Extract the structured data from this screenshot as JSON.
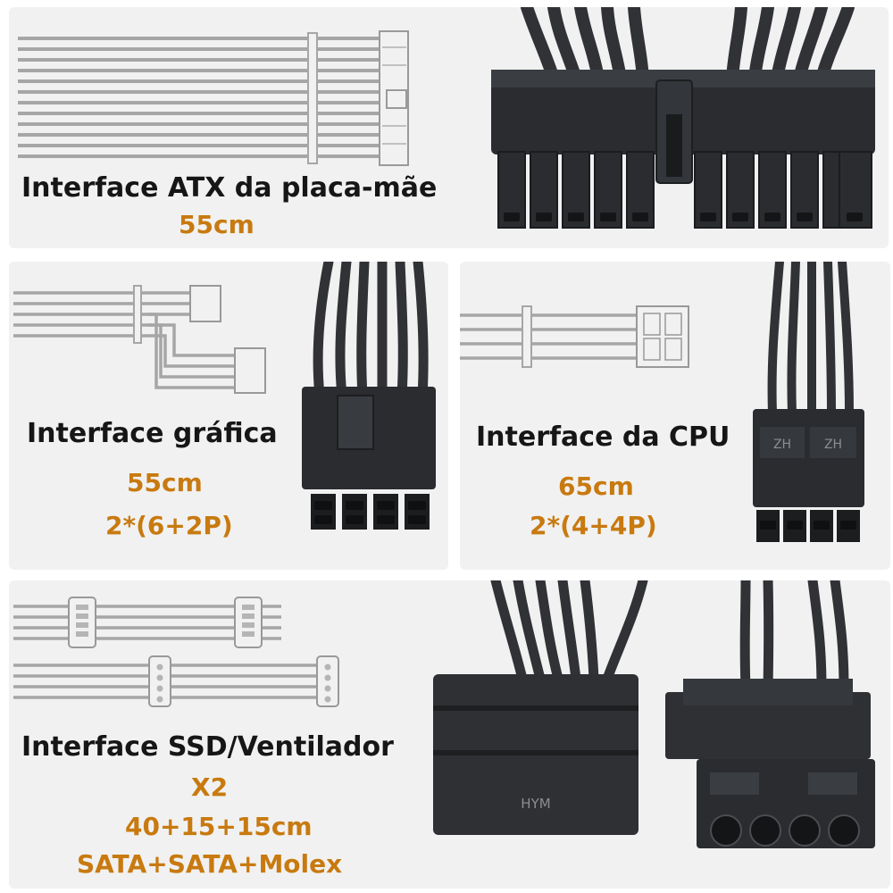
{
  "colors": {
    "accent": "#c87a10",
    "title_text": "#161616",
    "panel_bg": "#f1f1f1",
    "connector": "#2a2c2f",
    "wire_diagram": "#a6a6a6"
  },
  "panels": {
    "atx": {
      "title": "Interface ATX da placa-mãe",
      "length": "55cm"
    },
    "gpu": {
      "title": "Interface gráfica",
      "length": "55cm",
      "pins": "2*(6+2P)"
    },
    "cpu": {
      "title": "Interface da CPU",
      "length": "65cm",
      "pins": "2*(4+4P)",
      "connector_marks": [
        "ZH",
        "ZH"
      ]
    },
    "ssd": {
      "title": "Interface SSD/Ventilador",
      "count": "X2",
      "length": "40+15+15cm",
      "types": "SATA+SATA+Molex",
      "connector_mark": "HYM"
    }
  }
}
